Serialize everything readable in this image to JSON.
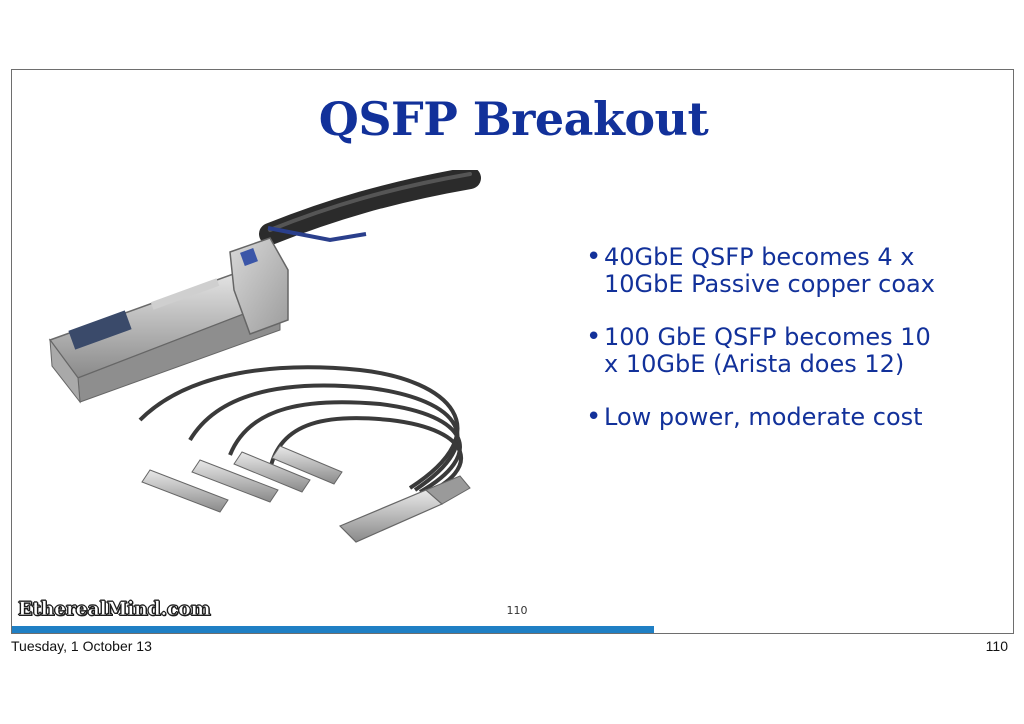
{
  "slide": {
    "title": "QSFP Breakout",
    "bullets": [
      "40GbE QSFP becomes 4 x 10GbE Passive copper coax",
      "100 GbE QSFP becomes 10 x 10GbE (Arista does 12)",
      "Low power, moderate cost"
    ],
    "logo_text": "EtherealMind.com",
    "slide_number": "110",
    "progress_fraction": 0.64
  },
  "footer": {
    "date": "Tuesday, 1 October 13",
    "page": "110"
  },
  "colors": {
    "title": "#12319a",
    "progress": "#1f7fc4"
  }
}
